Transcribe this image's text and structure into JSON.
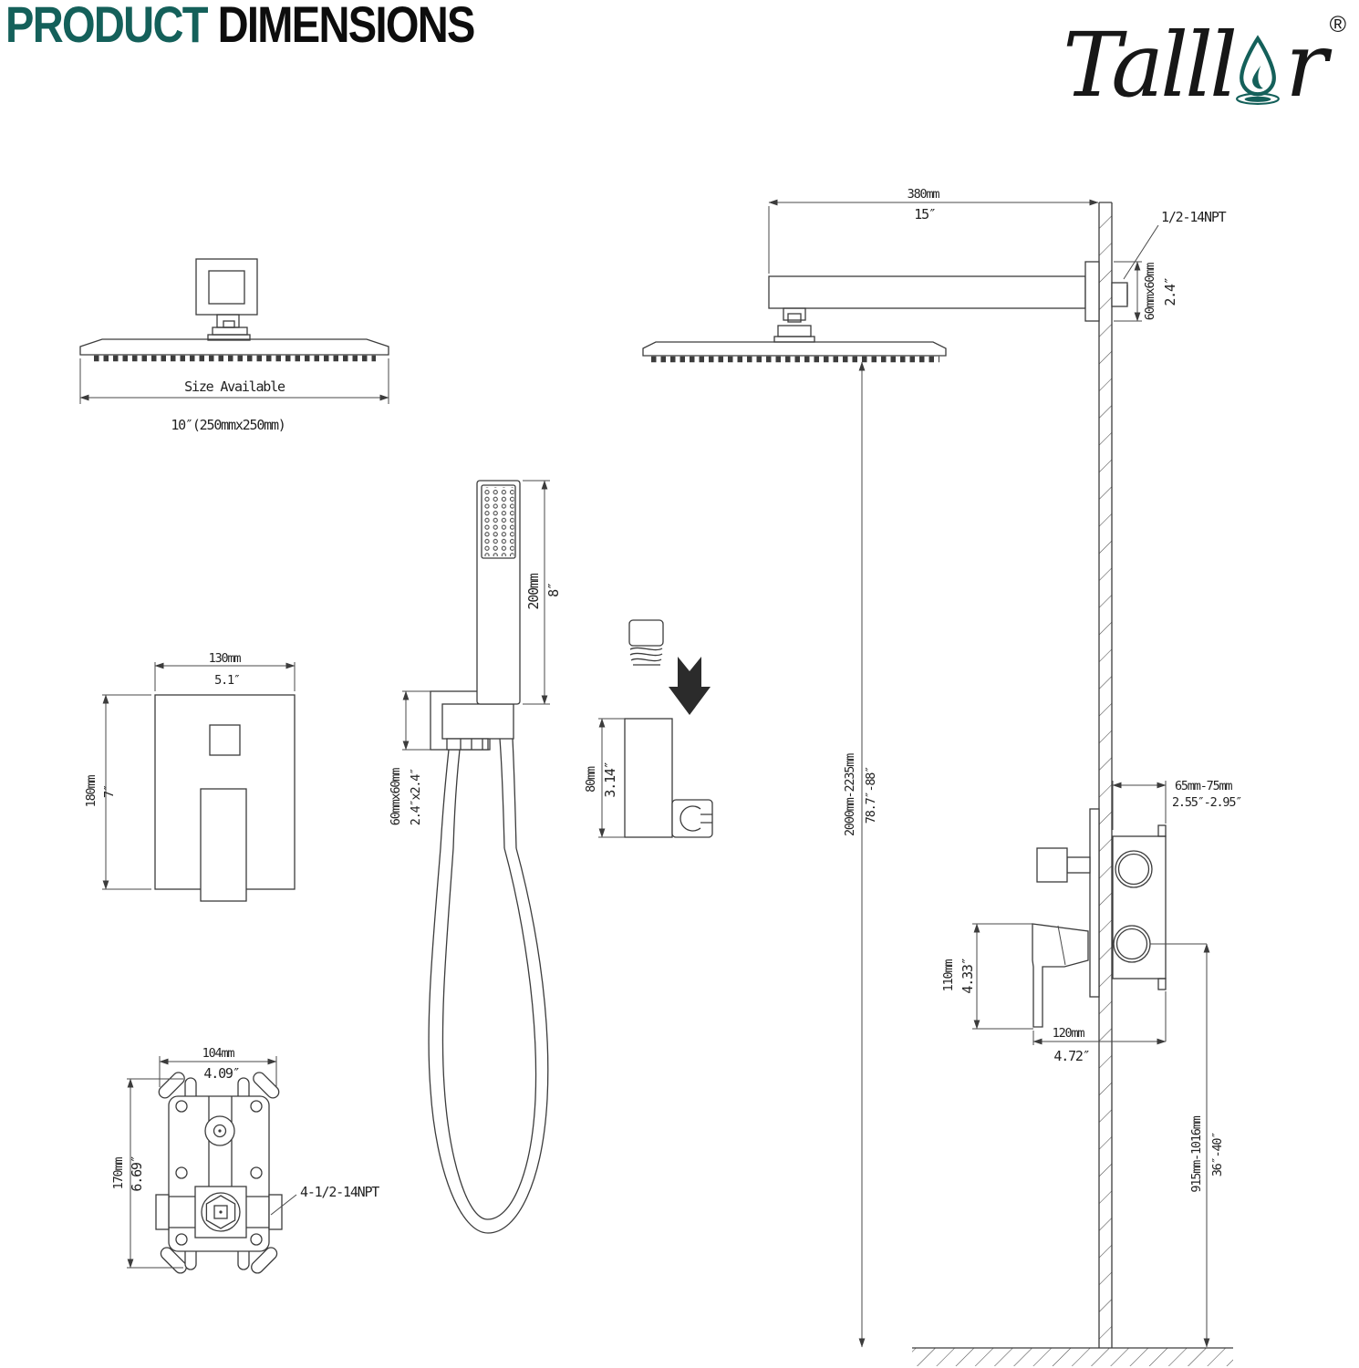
{
  "header": {
    "title_primary": "PRODUCT",
    "title_secondary": "DIMENSIONS"
  },
  "logo": {
    "word_start": "Talll",
    "word_end": "r",
    "registered": "®",
    "drop_icon": "water-drop-icon",
    "accent_color": "#14605a"
  },
  "colors": {
    "accent_teal": "#14605a",
    "line": "#3c3c3c"
  },
  "overhead_front_view": {
    "size_available_label": "Size Available",
    "size_option": "10″(250mmx250mm)"
  },
  "dims": {
    "head_width_mm": "380mm",
    "head_width_in": "15″",
    "arm_npt": "1/2-14NPT",
    "arm_flange_mm": "60mmx60mm",
    "arm_flange_in": "2.4″",
    "handheld_mm": "200mm",
    "handheld_in": "8″",
    "bracket_mm": "60mmx60mm",
    "bracket_in": "2.4″x2.4″",
    "holder_mm": "80mm",
    "holder_in": "3.14″",
    "trim_w_mm": "130mm",
    "trim_w_in": "5.1″",
    "trim_h_mm": "180mm",
    "trim_h_in": "7″",
    "height_mm": "2000mm-2235mm",
    "height_in": "78.7″-88″",
    "depth_mm": "65mm-75mm",
    "depth_in": "2.55″-2.95″",
    "handle_h_mm": "110mm",
    "handle_h_in": "4.33″",
    "handle_w_mm": "120mm",
    "handle_w_in": "4.72″",
    "valve_h_mm": "915mm-1016mm",
    "valve_h_in": "36″-40″",
    "rough_w_mm": "104mm",
    "rough_w_in": "4.09″",
    "rough_h_mm": "170mm",
    "rough_h_in": "6.69″",
    "rough_npt": "4-1/2-14NPT"
  },
  "icons": {
    "install_arrow": "down-arrow-icon"
  }
}
